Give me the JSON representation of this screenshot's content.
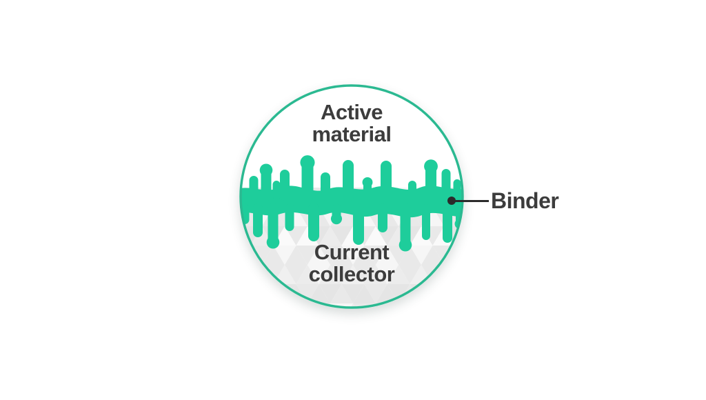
{
  "diagram": {
    "labels": {
      "active_material": "Active\nmaterial",
      "current_collector": "Current\ncollector",
      "binder": "Binder"
    },
    "colors": {
      "binder_green": "#1ecd9b",
      "ring_green": "#2bb991",
      "label_text": "#3c3c3c",
      "connector_line": "#2b2b2b",
      "background": "#ffffff",
      "circle_fill": "#ffffff",
      "mosaic_shades": [
        "#f6f6f6",
        "#ececec",
        "#e5e5e5",
        "#f0f0f0",
        "#e9e9e9",
        "#fafafa"
      ]
    }
  }
}
